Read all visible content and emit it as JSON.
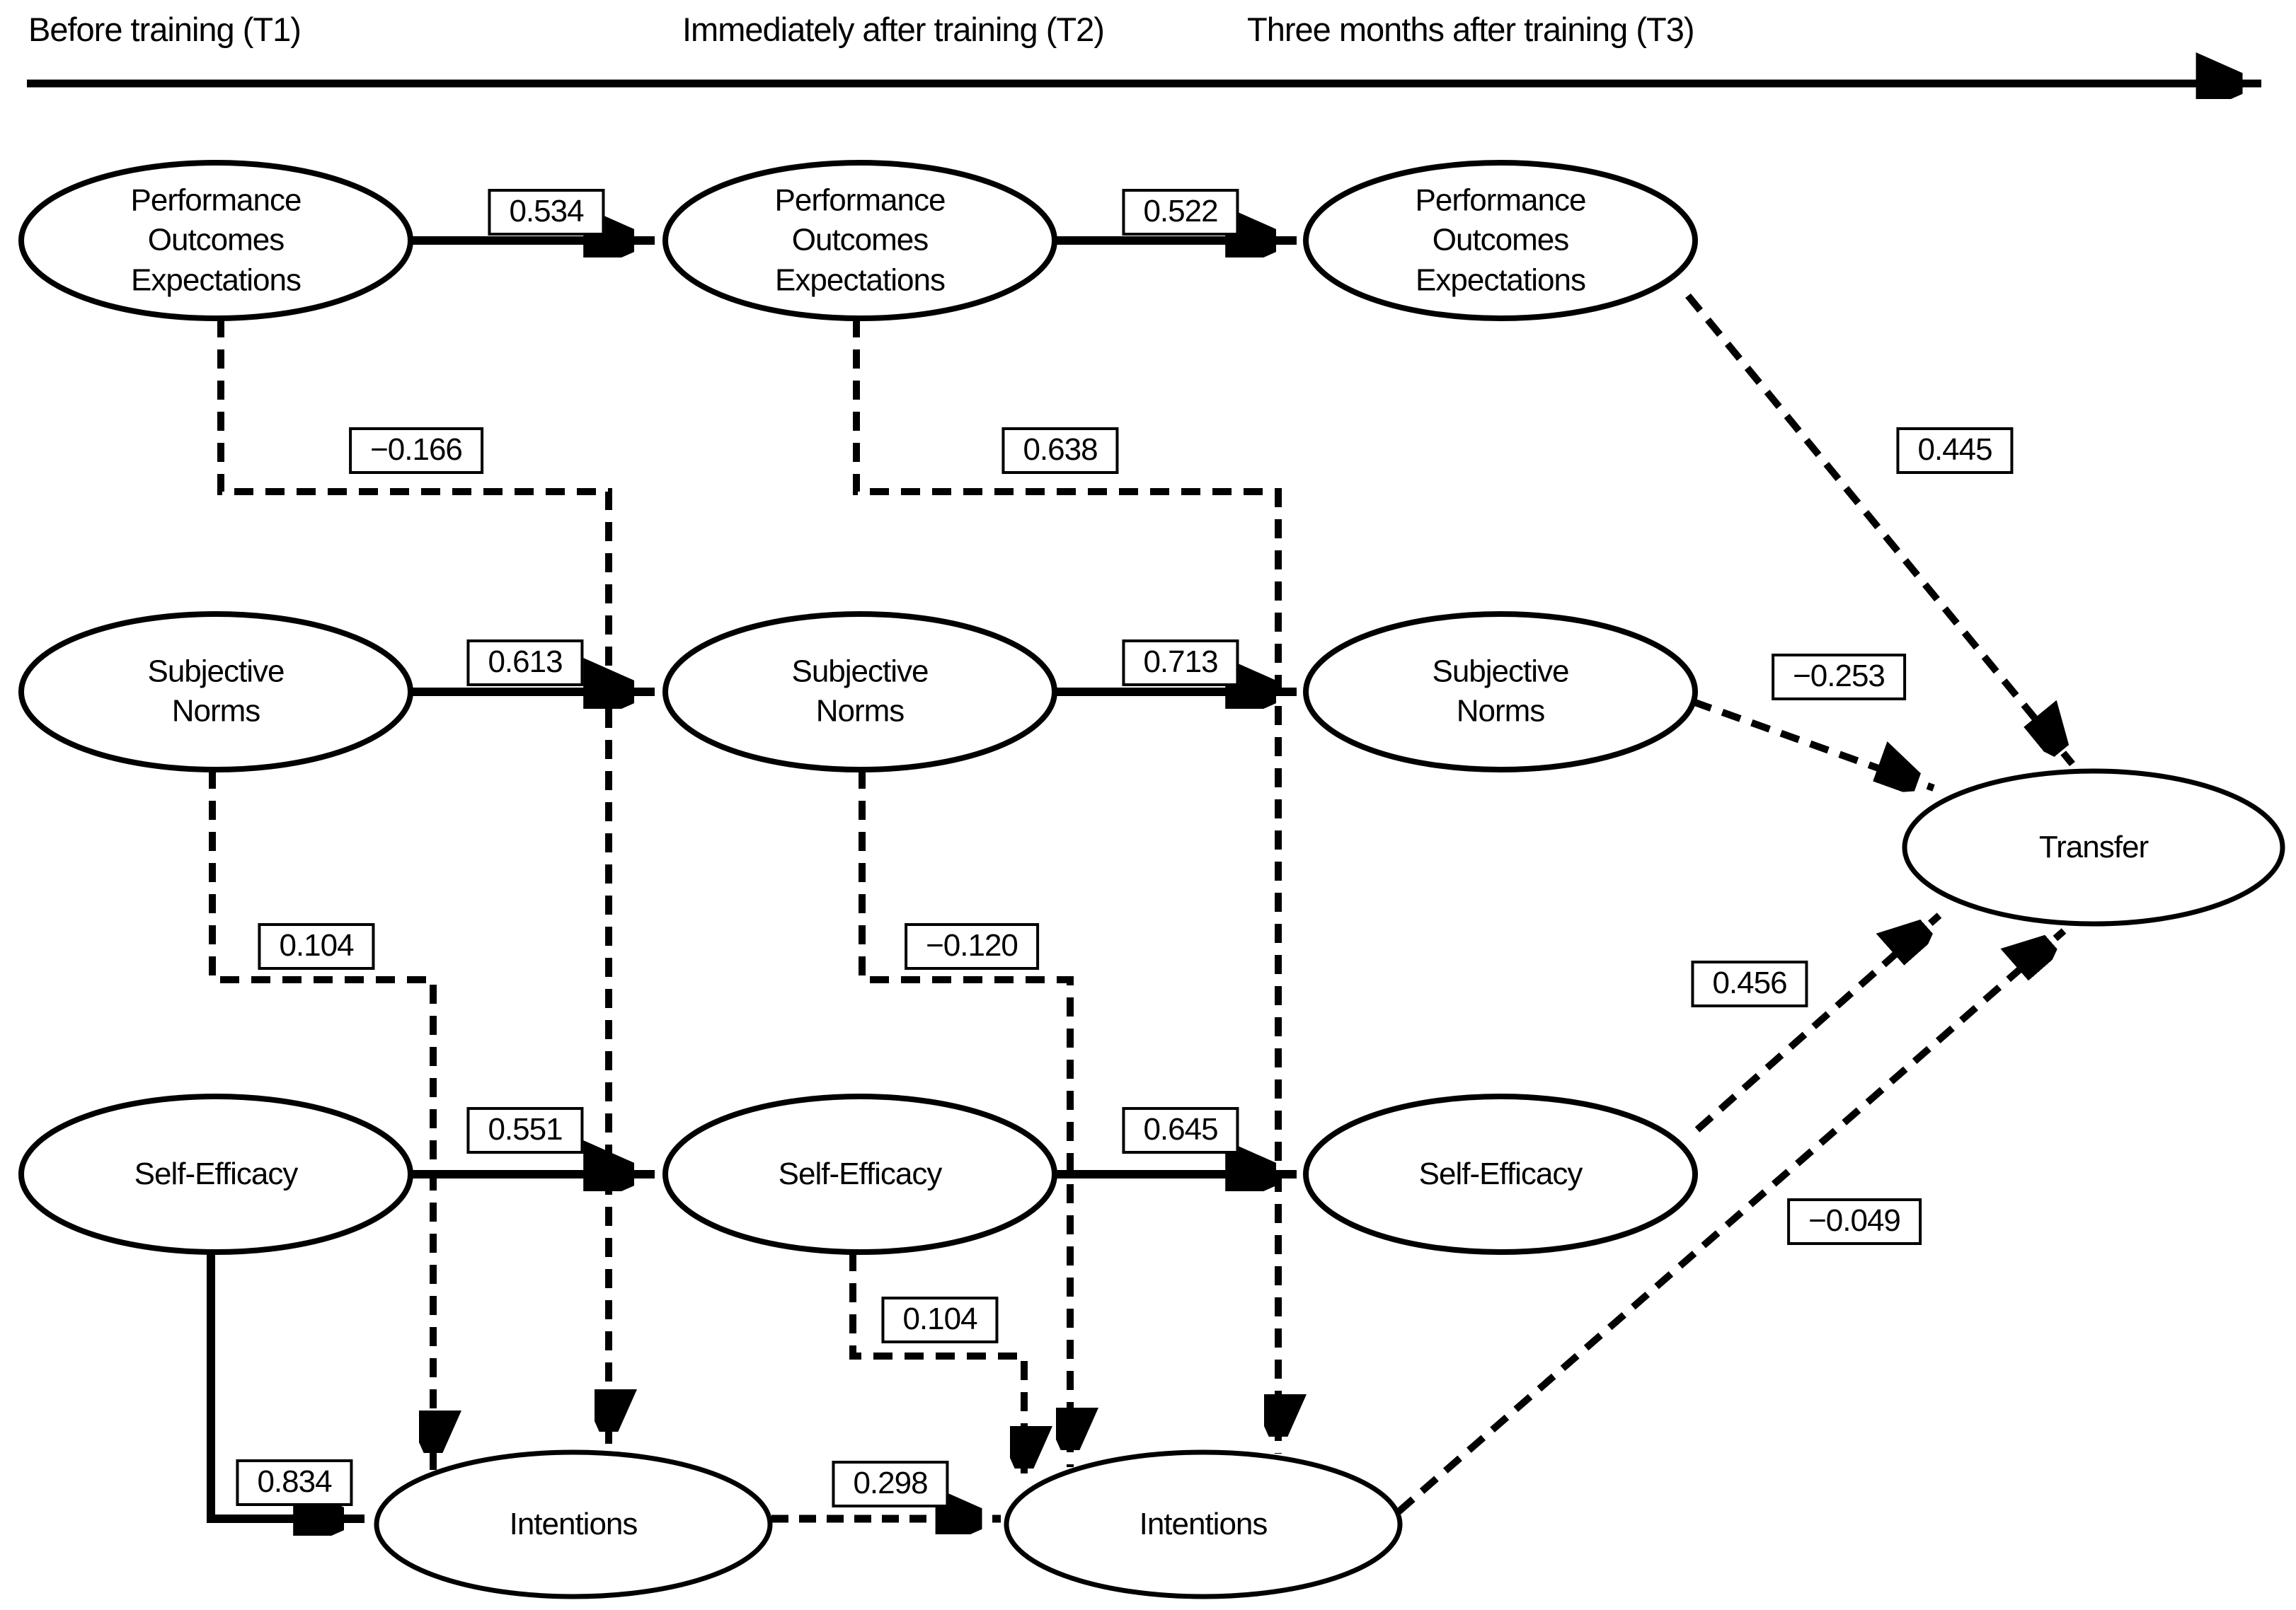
{
  "figure": {
    "kind": "longitudinal path model diagram",
    "background_color": "#ffffff",
    "ink_color": "#000000"
  },
  "timeline": {
    "labels": [
      "Before training (T1)",
      "Immediately after training (T2)",
      "Three months after training (T3)"
    ]
  },
  "nodes": {
    "poe_t1": {
      "lines": [
        "Performance",
        "Outcomes",
        "Expectations"
      ]
    },
    "poe_t2": {
      "lines": [
        "Performance",
        "Outcomes",
        "Expectations"
      ]
    },
    "poe_t3": {
      "lines": [
        "Performance",
        "Outcomes",
        "Expectations"
      ]
    },
    "sn_t1": {
      "lines": [
        "Subjective",
        "Norms"
      ]
    },
    "sn_t2": {
      "lines": [
        "Subjective",
        "Norms"
      ]
    },
    "sn_t3": {
      "lines": [
        "Subjective",
        "Norms"
      ]
    },
    "se_t1": {
      "lines": [
        "Self-Efficacy"
      ]
    },
    "se_t2": {
      "lines": [
        "Self-Efficacy"
      ]
    },
    "se_t3": {
      "lines": [
        "Self-Efficacy"
      ]
    },
    "int_t1": {
      "lines": [
        "Intentions"
      ]
    },
    "int_t2": {
      "lines": [
        "Intentions"
      ]
    },
    "transfer": {
      "lines": [
        "Transfer"
      ]
    }
  },
  "coefficients": {
    "poe_t1_poe_t2": "0.534",
    "poe_t2_poe_t3": "0.522",
    "sn_t1_sn_t2": "0.613",
    "sn_t2_sn_t3": "0.713",
    "se_t1_se_t2": "0.551",
    "se_t2_se_t3": "0.645",
    "se_t1_int_t1": "0.834",
    "int_t1_int_t2": "0.298",
    "poe_t1_int_t1": "−0.166",
    "sn_t1_int_t1": "0.104",
    "poe_t2_int_t2": "0.638",
    "sn_t2_int_t2": "−0.120",
    "se_t2_int_t2": "0.104",
    "poe_t3_transfer": "0.445",
    "sn_t3_transfer": "−0.253",
    "se_t3_transfer": "0.456",
    "int_t2_transfer": "−0.049"
  }
}
